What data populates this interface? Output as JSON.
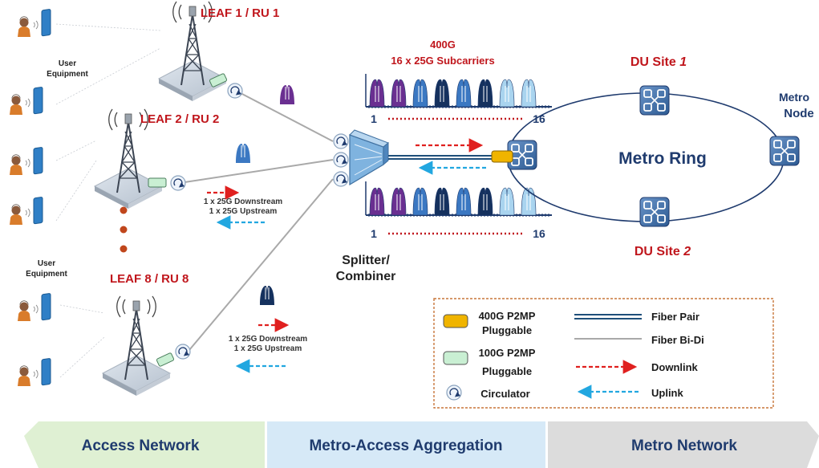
{
  "leaves": {
    "leaf1": "LEAF 1 / RU 1",
    "leaf2": "LEAF 2 / RU 2",
    "leaf8": "LEAF 8 / RU 8"
  },
  "user_equipment": {
    "line1": "User",
    "line2": "Equipment"
  },
  "links": {
    "downstream": "1 x 25G Downstream",
    "upstream": "1 x 25G Upstream"
  },
  "subcarriers": {
    "title1": "400G",
    "title2": "16 x 25G Subcarriers",
    "start": "1",
    "end": "16"
  },
  "splitter": {
    "line1": "Splitter/",
    "line2": "Combiner"
  },
  "metro": {
    "ring": "Metro Ring",
    "du1_prefix": "DU Site ",
    "du1_num": "1",
    "du2_prefix": "DU Site ",
    "du2_num": "2",
    "node1": "Metro",
    "node2": "Node"
  },
  "legend": {
    "p2mp400_1": "400G P2MP",
    "p2mp400_2": "Pluggable",
    "p2mp100_1": "100G P2MP",
    "p2mp100_2": "Pluggable",
    "circulator": "Circulator",
    "fiber_pair": "Fiber Pair",
    "fiber_bidi": "Fiber Bi-Di",
    "downlink": "Downlink",
    "uplink": "Uplink"
  },
  "bands": {
    "access": "Access Network",
    "aggregation": "Metro-Access Aggregation",
    "metro": "Metro Network"
  },
  "colors": {
    "red": "#c0161c",
    "navy": "#1f3b6e",
    "access_band": "#dff0d3",
    "aggregation_band": "#d6e9f7",
    "metro_band": "#dcdcdc",
    "pluggable_400g": "#f0b400",
    "pluggable_100g": "#c9efd3",
    "downlink": "#e0201f",
    "uplink": "#22a7e0"
  }
}
